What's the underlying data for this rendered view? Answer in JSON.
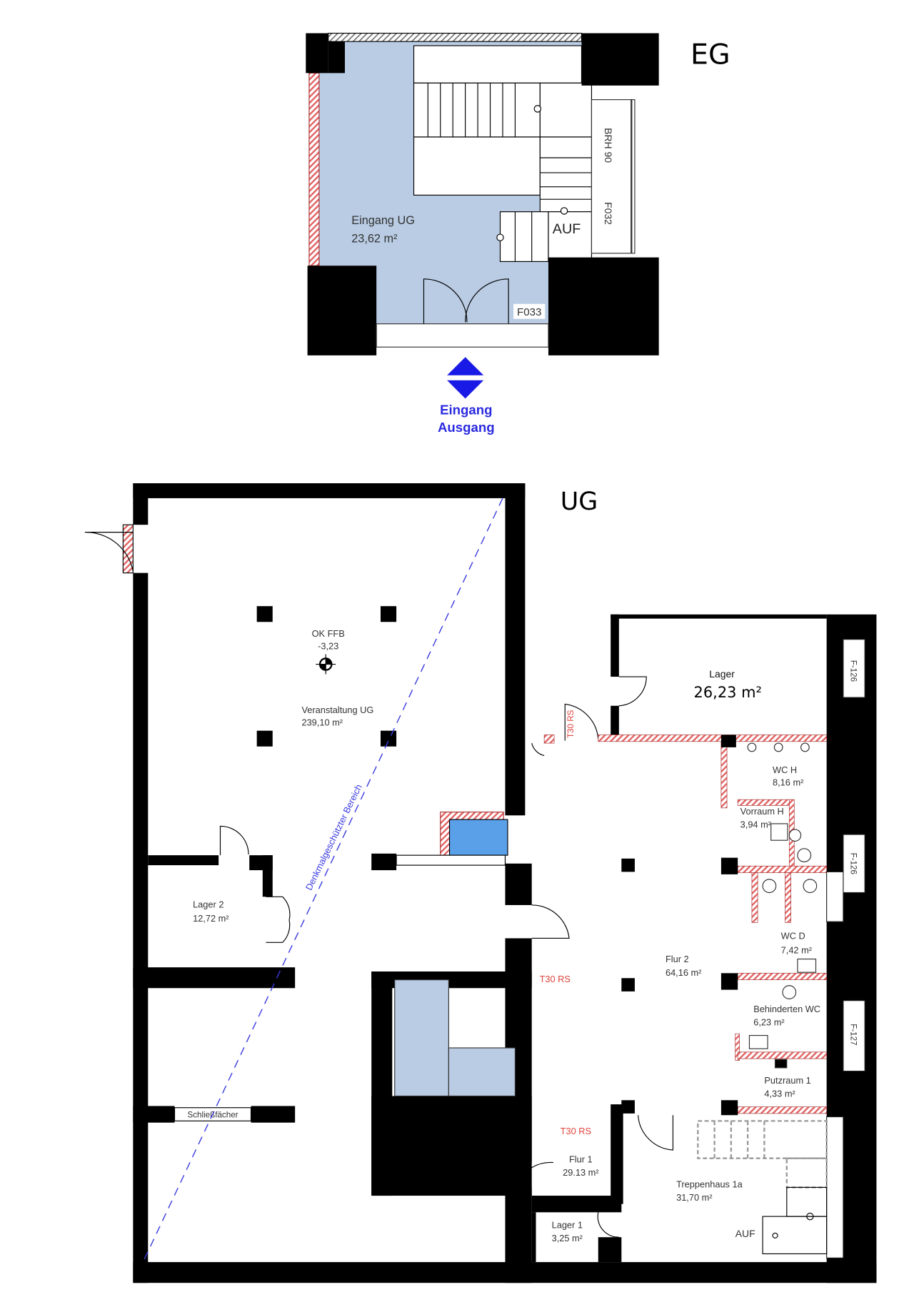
{
  "floors": {
    "eg": {
      "label": "EG",
      "room_name": "Eingang UG",
      "room_area": "23,62 m²",
      "stair_label": "AUF",
      "window_labels": [
        "BRH 90",
        "F032"
      ],
      "door_label": "F033",
      "entrance_label": "Eingang",
      "exit_label": "Ausgang",
      "arrow_icon": "up-down-arrow",
      "room_color": "#b9cce4",
      "arrow_color": "#1a1ae6"
    },
    "ug": {
      "label": "UG",
      "level_marker": {
        "title": "OK FFB",
        "value": "-3,23"
      },
      "heritage_zone": "Denkmalgeschützter Bereich",
      "lockers": "Schließfächer",
      "fire_doors": [
        "T30 RS",
        "T30 RS",
        "T30 RS"
      ],
      "stair_label": "AUF",
      "windows": [
        "F-126",
        "F-126",
        "F-127"
      ],
      "rooms": [
        {
          "name": "Veranstaltung UG",
          "area": "239,10 m²"
        },
        {
          "name": "Lager",
          "area": "26,23 m²"
        },
        {
          "name": "WC H",
          "area": "8,16 m²"
        },
        {
          "name": "Vorraum H",
          "area": "3,94 m²"
        },
        {
          "name": "WC D",
          "area": "7,42 m²"
        },
        {
          "name": "Flur 2",
          "area": "64,16 m²"
        },
        {
          "name": "Behinderten WC",
          "area": "6,23 m²"
        },
        {
          "name": "Putzraum 1",
          "area": "4,33 m²"
        },
        {
          "name": "Flur 1",
          "area": "29.13 m²"
        },
        {
          "name": "Treppenhaus 1a",
          "area": "31,70 m²"
        },
        {
          "name": "Lager 1",
          "area": "3,25 m²"
        },
        {
          "name": "Lager 2",
          "area": "12,72 m²"
        }
      ],
      "wall_hatch_color": "#e06060",
      "zone_line_color": "#3a3ae0"
    }
  }
}
